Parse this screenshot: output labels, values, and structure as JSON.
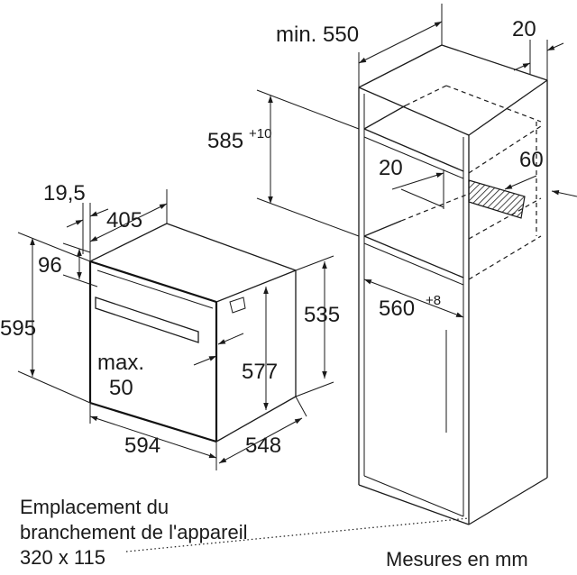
{
  "diagram": {
    "dimensions": {
      "min_550": "min. 550",
      "d20_top": "20",
      "d585": "585",
      "d585_tol": "+10",
      "d20_mid": "20",
      "d60": "60",
      "d19_5": "19,5",
      "d405": "405",
      "d96": "96",
      "d595": "595",
      "d535": "535",
      "d560": "560",
      "d560_tol": "+8",
      "max_label": "max.",
      "max_value": "50",
      "d577": "577",
      "d594": "594",
      "d548": "548"
    },
    "connection_note": {
      "line1": "Emplacement du",
      "line2": "branchement de l'appareil",
      "line3": "320 x 115"
    },
    "units_note": "Mesures en mm"
  }
}
